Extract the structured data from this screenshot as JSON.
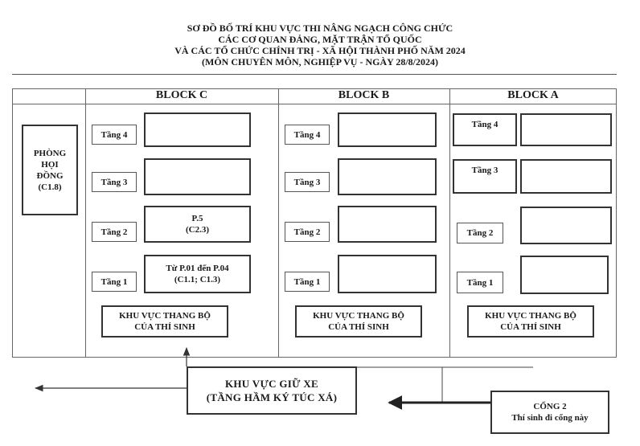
{
  "title": {
    "line1": "SƠ ĐỒ BỐ TRÍ KHU VỰC THI NÂNG NGẠCH CÔNG CHỨC",
    "line2": "CÁC CƠ QUAN ĐẢNG, MẶT TRẬN TỔ QUỐC",
    "line3": "VÀ CÁC TỔ CHỨC CHÍNH TRỊ - XÃ HỘI THÀNH PHỐ NĂM 2024",
    "line4": "(MÔN CHUYÊN MÔN, NGHIỆP VỤ - NGÀY 28/8/2024)"
  },
  "council_room": {
    "line1": "PHÒNG",
    "line2": "HỌI",
    "line3": "ĐỒNG",
    "line4": "(C1.8)"
  },
  "blocks": {
    "c": {
      "name": "BLOCK C",
      "floors": [
        "Tầng 4",
        "Tầng 3",
        "Tầng 2",
        "Tầng 1"
      ],
      "room_f2_line1": "P.5",
      "room_f2_line2": "(C2.3)",
      "room_f1_line1": "Từ P.01 đến P.04",
      "room_f1_line2": "(C1.1; C1.3)",
      "stair_line1": "KHU VỰC THANG BỘ",
      "stair_line2": "CỦA THÍ SINH"
    },
    "b": {
      "name": "BLOCK B",
      "floors": [
        "Tầng 4",
        "Tầng 3",
        "Tầng 2",
        "Tầng 1"
      ],
      "stair_line1": "KHU VỰC THANG BỘ",
      "stair_line2": "CỦA THÍ SINH"
    },
    "a": {
      "name": "BLOCK A",
      "floors": [
        "Tầng 4",
        "Tầng 3",
        "Tầng 2",
        "Tầng 1"
      ],
      "stair_line1": "KHU VỰC THANG BỘ",
      "stair_line2": "CỦA THÍ SINH"
    }
  },
  "parking": {
    "line1": "KHU VỰC GIỮ XE",
    "line2": "(TẦNG HẦM KÝ TÚC XÁ)"
  },
  "gate": {
    "line1": "CỔNG 2",
    "line2": "Thí sinh đi cổng này"
  }
}
